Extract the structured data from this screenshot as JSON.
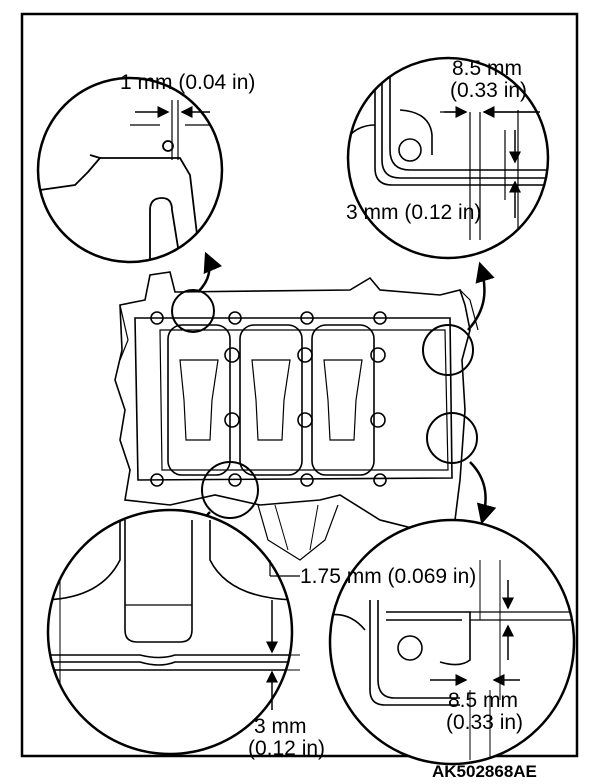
{
  "figure_id": "AK502868AE",
  "callouts": {
    "top_left": {
      "dimension": "1 mm (0.04 in)"
    },
    "top_right": {
      "dimension_a_line1": "8.5 mm",
      "dimension_a_line2": "(0.33 in)",
      "dimension_b": "3 mm (0.12 in)"
    },
    "center": {
      "dimension": "1.75 mm (0.069 in)"
    },
    "bottom_left": {
      "dimension_line1": "3 mm",
      "dimension_line2": "(0.12 in)"
    },
    "bottom_right": {
      "dimension_line1": "8.5 mm",
      "dimension_line2": "(0.33 in)"
    }
  }
}
